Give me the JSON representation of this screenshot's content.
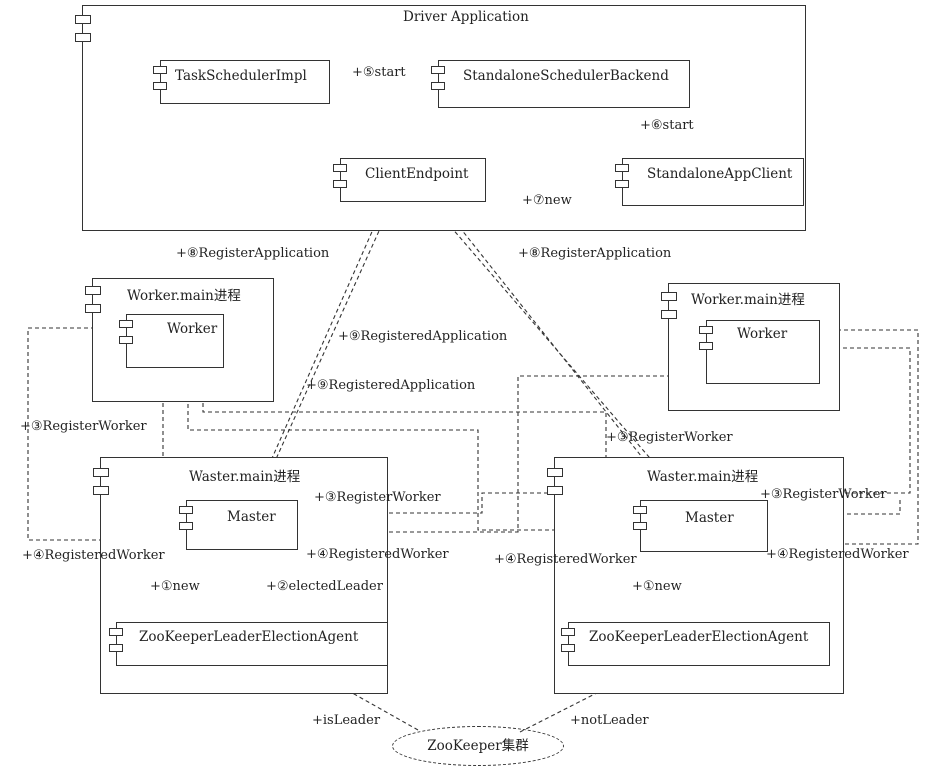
{
  "driver": {
    "title": "Driver Application",
    "task_scheduler": "TaskSchedulerImpl",
    "scheduler_backend": "StandaloneSchedulerBackend",
    "client_endpoint": "ClientEndpoint",
    "app_client": "StandaloneAppClient"
  },
  "worker_left": {
    "title": "Worker.main进程",
    "component": "Worker"
  },
  "worker_right": {
    "title": "Worker.main进程",
    "component": "Worker"
  },
  "master_left": {
    "title": "Waster.main进程",
    "master": "Master",
    "agent": "ZooKeeperLeaderElectionAgent"
  },
  "master_right": {
    "title": "Waster.main进程",
    "master": "Master",
    "agent": "ZooKeeperLeaderElectionAgent"
  },
  "zookeeper": "ZooKeeper集群",
  "edge_labels": {
    "start5": "+⑤start",
    "start6": "+⑥start",
    "new7": "+⑦new",
    "register_app_left": "+⑧RegisterApplication",
    "register_app_right": "+⑧RegisterApplication",
    "registered_app_a": "+⑨RegisteredApplication",
    "registered_app_b": "+⑨RegisteredApplication",
    "register_worker_left_outer": "+③RegisterWorker",
    "register_worker_left_master": "+③RegisterWorker",
    "register_worker_right_top": "+③RegisterWorker",
    "register_worker_right_master": "+③RegisterWorker",
    "registered_worker_left_outer": "+④RegisteredWorker",
    "registered_worker_left_master": "+④RegisteredWorker",
    "registered_worker_right_inner": "+④RegisteredWorker",
    "registered_worker_right_outer": "+④RegisteredWorker",
    "new1_left": "+①new",
    "new1_right": "+①new",
    "elected_leader": "+②electedLeader",
    "is_leader": "+isLeader",
    "not_leader": "+notLeader"
  }
}
